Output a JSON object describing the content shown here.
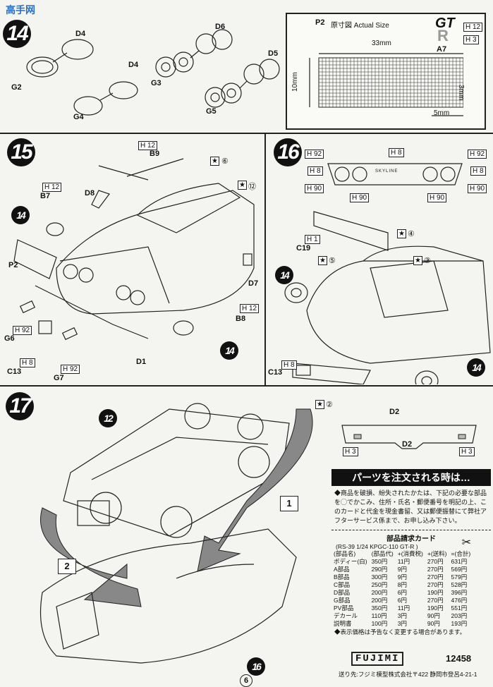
{
  "watermark": "高手网",
  "steps": {
    "s14": "14",
    "s15": "15",
    "s16": "16",
    "s17": "17"
  },
  "step14": {
    "labels": [
      "D4",
      "D6",
      "D4",
      "D5",
      "G2",
      "G3",
      "G4",
      "G5"
    ]
  },
  "decal": {
    "title_code": "P2",
    "title_text": "原寸図 Actual Size",
    "dim_33": "33mm",
    "dim_10": "10mm",
    "dim_3": "3mm",
    "dim_5": "5mm",
    "part": "A7",
    "gt": "GT",
    "r": "R",
    "h12": "H 12",
    "h3": "H 3"
  },
  "step15": {
    "h12_top": "H 12",
    "b9": "B9",
    "star6": "⑥",
    "star12": "⑫",
    "h12_b7": "H 12",
    "b7": "B7",
    "d8": "D8",
    "p2": "P2",
    "ref14": "14",
    "d7": "D7",
    "h12_b8": "H 12",
    "b8": "B8",
    "h92_g6": "H 92",
    "g6": "G6",
    "h8_c13": "H 8",
    "c13": "C13",
    "h92_g7": "H 92",
    "g7": "G7",
    "d1": "D1",
    "ref14b": "14"
  },
  "step16": {
    "h8_top": "H 8",
    "h92_l": "H 92",
    "h92_r": "H 92",
    "h8_l": "H 8",
    "h8_r": "H 8",
    "h90_l": "H 90",
    "h90_ml": "H 90",
    "h90_mr": "H 90",
    "h90_r": "H 90",
    "skyline": "SKYLINE",
    "h1": "H 1",
    "c19": "C19",
    "star4": "④",
    "star5": "⑤",
    "star3": "③",
    "ref14a": "14",
    "h8_c13": "H 8",
    "c13": "C13",
    "star2": "②",
    "d2": "D2",
    "ref14b": "14",
    "d2_detail": "D2",
    "h3_l": "H 3",
    "h3_r": "H 3"
  },
  "step17": {
    "ref12": "12",
    "arrow1": "1",
    "arrow2": "2",
    "ref16": "16"
  },
  "order": {
    "header": "パーツを注文される時は…",
    "notice": "◆商品を破損、紛失されたかたは、下記の必要な部品を◯でかこみ、住所・氏名・郵便番号を明記の上、このカードと代金を現金書留、又は郵便振替にて弊社アフターサービス係まで、お申し込み下さい。",
    "card_title": "部品請求カード",
    "product_line": "(RS-39 1/24 KPGC-110 GT-R )",
    "header_row": [
      "(部品名)",
      "(部品代)",
      "+(消費税)",
      "+(送料)",
      "=(合計)"
    ],
    "rows": [
      [
        "ボディー(白)",
        "350円",
        "11円",
        "270円",
        "631円"
      ],
      [
        "A部品",
        "290円",
        "9円",
        "270円",
        "569円"
      ],
      [
        "B部品",
        "300円",
        "9円",
        "270円",
        "579円"
      ],
      [
        "C部品",
        "250円",
        "8円",
        "270円",
        "528円"
      ],
      [
        "D部品",
        "200円",
        "6円",
        "190円",
        "396円"
      ],
      [
        "G部品",
        "200円",
        "6円",
        "270円",
        "476円"
      ],
      [
        "PV部品",
        "350円",
        "11円",
        "190円",
        "551円"
      ],
      [
        "デカール",
        "110円",
        "3円",
        "90円",
        "203円"
      ],
      [
        "説明書",
        "100円",
        "3円",
        "90円",
        "193円"
      ]
    ],
    "footnote": "◆表示価格は予告なく変更する場合があります。",
    "brand": "FUJIMI",
    "code": "12458",
    "address": "送り先:フジミ模型株式会社〒422 静岡市登呂4-21-1"
  },
  "page_number": "6"
}
